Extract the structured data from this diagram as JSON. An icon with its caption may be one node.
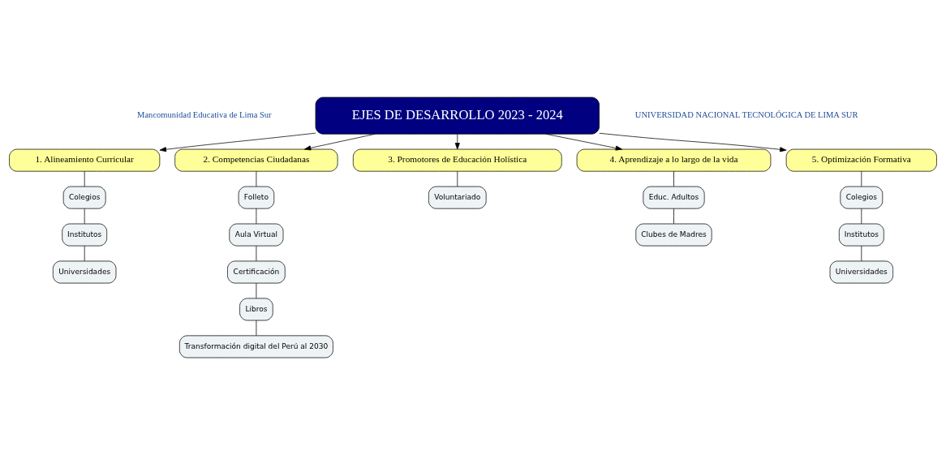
{
  "diagram": {
    "nodes": [
      {
        "text": [
          "EJES DE DESARROLLO 2023 - 2024"
        ]
      },
      {
        "text": [
          "1. Alineamiento Curricular"
        ]
      },
      {
        "text": [
          "Colegios"
        ]
      },
      {
        "text": [
          "Institutos"
        ]
      },
      {
        "text": [
          "Universidades"
        ]
      },
      {
        "text": [
          "2. Competencias Ciudadanas"
        ]
      },
      {
        "text": [
          "Folleto"
        ]
      },
      {
        "text": [
          "Aula Virtual"
        ]
      },
      {
        "text": [
          "Certificación"
        ]
      },
      {
        "text": [
          "Libros"
        ]
      },
      {
        "text": [
          "Transformación digital del Perú al 2030"
        ]
      },
      {
        "text": [
          "3. Promotores de Educación Holística"
        ]
      },
      {
        "text": [
          "Voluntariado"
        ]
      },
      {
        "text": [
          "4. Aprendizaje a lo largo de la vida"
        ]
      },
      {
        "text": [
          "Educ. Adultos"
        ]
      },
      {
        "text": [
          "Clubes de Madres"
        ]
      },
      {
        "text": [
          "5. Optimización Formativa"
        ]
      },
      {
        "text": [
          "Colegios"
        ]
      },
      {
        "text": [
          "Institutos"
        ]
      },
      {
        "text": [
          "Universidades"
        ]
      }
    ],
    "edges": [
      {
        "from": 0,
        "to": 1,
        "arrow": "to"
      },
      {
        "from": 0,
        "to": 5,
        "arrow": "to"
      },
      {
        "from": 0,
        "to": 11,
        "arrow": "to"
      },
      {
        "from": 0,
        "to": 13,
        "arrow": "to"
      },
      {
        "from": 0,
        "to": 16,
        "arrow": "to"
      },
      {
        "from": 1,
        "to": 2,
        "arrow": "none"
      },
      {
        "from": 2,
        "to": 3,
        "arrow": "none"
      },
      {
        "from": 3,
        "to": 4,
        "arrow": "none"
      },
      {
        "from": 5,
        "to": 6,
        "arrow": "none"
      },
      {
        "from": 6,
        "to": 7,
        "arrow": "none"
      },
      {
        "from": 7,
        "to": 8,
        "arrow": "none"
      },
      {
        "from": 8,
        "to": 9,
        "arrow": "none"
      },
      {
        "from": 9,
        "to": 10,
        "arrow": "none"
      },
      {
        "from": 11,
        "to": 12,
        "arrow": "none"
      },
      {
        "from": 13,
        "to": 14,
        "arrow": "none"
      },
      {
        "from": 14,
        "to": 15,
        "arrow": "none"
      },
      {
        "from": 16,
        "to": 17,
        "arrow": "none"
      },
      {
        "from": 17,
        "to": 18,
        "arrow": "none"
      },
      {
        "from": 18,
        "to": 19,
        "arrow": "none"
      }
    ],
    "labels": [
      "Mancomunidad Educativa de Lima Sur",
      "UNIVERSIDAD NACIONAL TECNOLÓGICA DE LIMA SUR"
    ]
  }
}
